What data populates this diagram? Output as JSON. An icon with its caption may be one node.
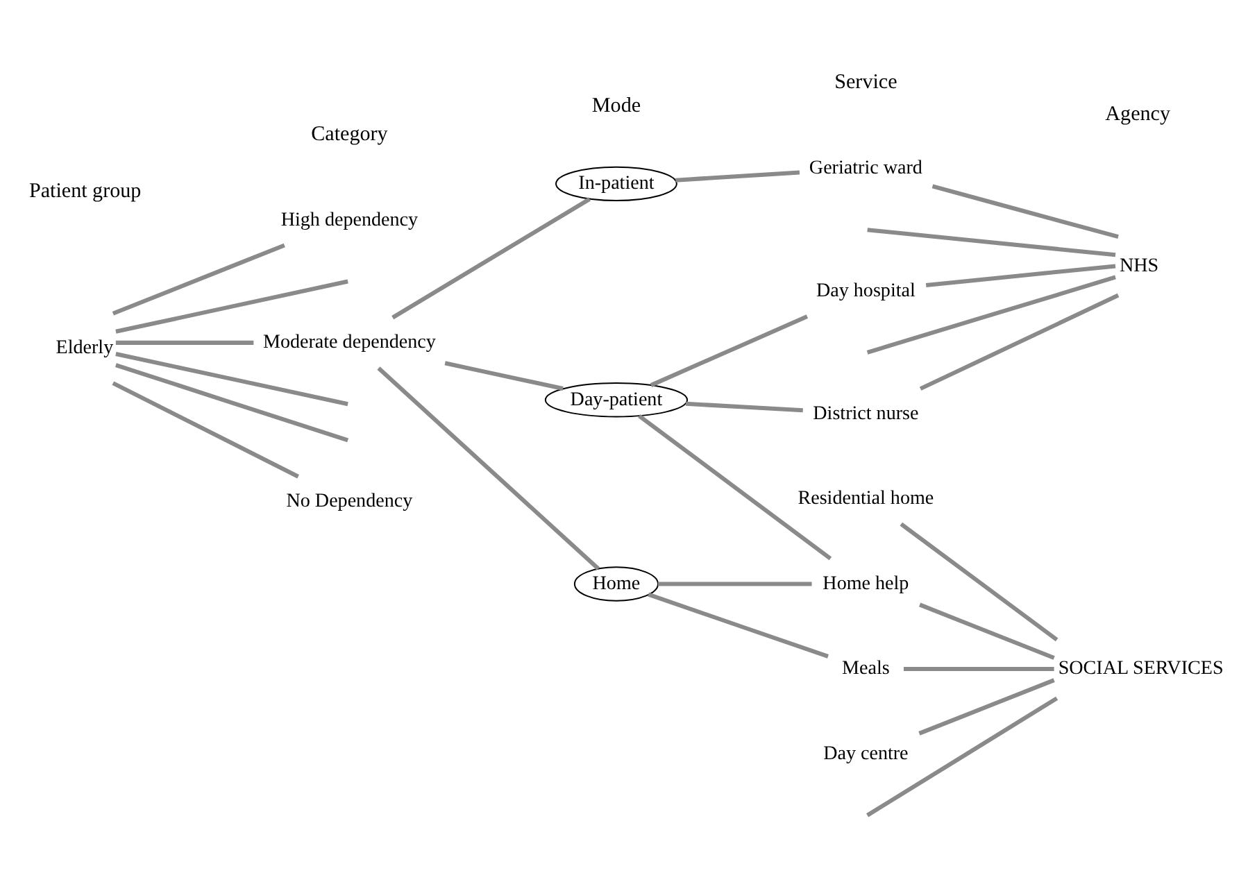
{
  "diagram": {
    "nodes": [
      {
        "text": [
          "Elderly"
        ]
      },
      {
        "text": [
          "High dependency"
        ]
      },
      {
        "text": [
          "Moderate dependency"
        ]
      },
      {
        "text": [
          "No Dependency"
        ]
      },
      {
        "text": [
          "In-patient"
        ]
      },
      {
        "text": [
          "Day-patient"
        ]
      },
      {
        "text": [
          "Home"
        ]
      },
      {
        "text": [
          "Geriatric ward"
        ]
      },
      {
        "text": [
          "Day hospital"
        ]
      },
      {
        "text": [
          "District nurse"
        ]
      },
      {
        "text": [
          "Residential home"
        ]
      },
      {
        "text": [
          "Home help"
        ]
      },
      {
        "text": [
          "Meals"
        ]
      },
      {
        "text": [
          "Day centre"
        ]
      },
      {
        "text": [
          "NHS"
        ]
      },
      {
        "text": [
          "SOCIAL SERVICES"
        ]
      }
    ],
    "edges": [
      {
        "from": 0,
        "to": 1,
        "arrow": "none"
      },
      {
        "from": 0,
        "to": null,
        "arrow": "none"
      },
      {
        "from": 0,
        "to": 2,
        "arrow": "none"
      },
      {
        "from": 0,
        "to": null,
        "arrow": "none"
      },
      {
        "from": 0,
        "to": null,
        "arrow": "none"
      },
      {
        "from": 0,
        "to": 3,
        "arrow": "none"
      },
      {
        "from": 2,
        "to": 4,
        "arrow": "none"
      },
      {
        "from": 2,
        "to": 5,
        "arrow": "none"
      },
      {
        "from": 2,
        "to": 6,
        "arrow": "none"
      },
      {
        "from": 4,
        "to": 7,
        "arrow": "none"
      },
      {
        "from": 5,
        "to": 8,
        "arrow": "none"
      },
      {
        "from": 5,
        "to": 9,
        "arrow": "none"
      },
      {
        "from": 5,
        "to": 11,
        "arrow": "none"
      },
      {
        "from": 6,
        "to": 11,
        "arrow": "none"
      },
      {
        "from": 6,
        "to": 12,
        "arrow": "none"
      },
      {
        "from": 7,
        "to": 14,
        "arrow": "none"
      },
      {
        "from": null,
        "to": 14,
        "arrow": "none"
      },
      {
        "from": 8,
        "to": 14,
        "arrow": "none"
      },
      {
        "from": null,
        "to": 14,
        "arrow": "none"
      },
      {
        "from": 9,
        "to": 14,
        "arrow": "none"
      },
      {
        "from": 10,
        "to": 15,
        "arrow": "none"
      },
      {
        "from": 11,
        "to": 15,
        "arrow": "none"
      },
      {
        "from": 12,
        "to": 15,
        "arrow": "none"
      },
      {
        "from": 13,
        "to": 15,
        "arrow": "none"
      },
      {
        "from": null,
        "to": 15,
        "arrow": "none"
      }
    ],
    "labels": [
      "Patient group",
      "Category",
      "Mode",
      "Service",
      "Agency"
    ]
  }
}
